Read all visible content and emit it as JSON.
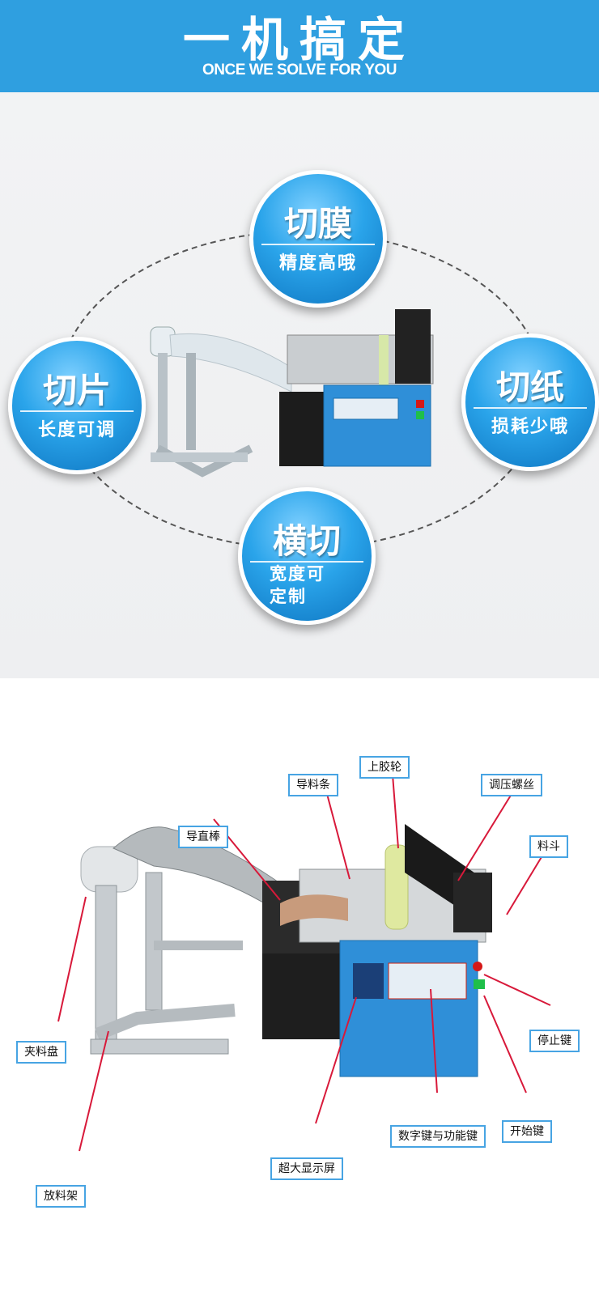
{
  "banner": {
    "title": "一机搞定",
    "subtitle": "ONCE WE SOLVE FOR YOU"
  },
  "features": [
    {
      "title": "切膜",
      "desc": "精度高哦"
    },
    {
      "title": "切片",
      "desc": "长度可调"
    },
    {
      "title": "切纸",
      "desc": "损耗少哦"
    },
    {
      "title": "横切",
      "desc_line1": "宽度可",
      "desc_line2": "定制"
    }
  ],
  "parts": [
    {
      "label": "上胶轮"
    },
    {
      "label": "导料条"
    },
    {
      "label": "调压螺丝"
    },
    {
      "label": "导直棒"
    },
    {
      "label": "料斗"
    },
    {
      "label": "停止键"
    },
    {
      "label": "夹料盘"
    },
    {
      "label": "开始键"
    },
    {
      "label": "数字键与功能键"
    },
    {
      "label": "超大显示屏"
    },
    {
      "label": "放料架"
    }
  ],
  "colors": {
    "banner": "#2f9fe0",
    "bubble": "#1e94dd",
    "label_border": "#47a4e3",
    "arrow": "#d8193a",
    "machine_body": "#2f8fd8"
  }
}
